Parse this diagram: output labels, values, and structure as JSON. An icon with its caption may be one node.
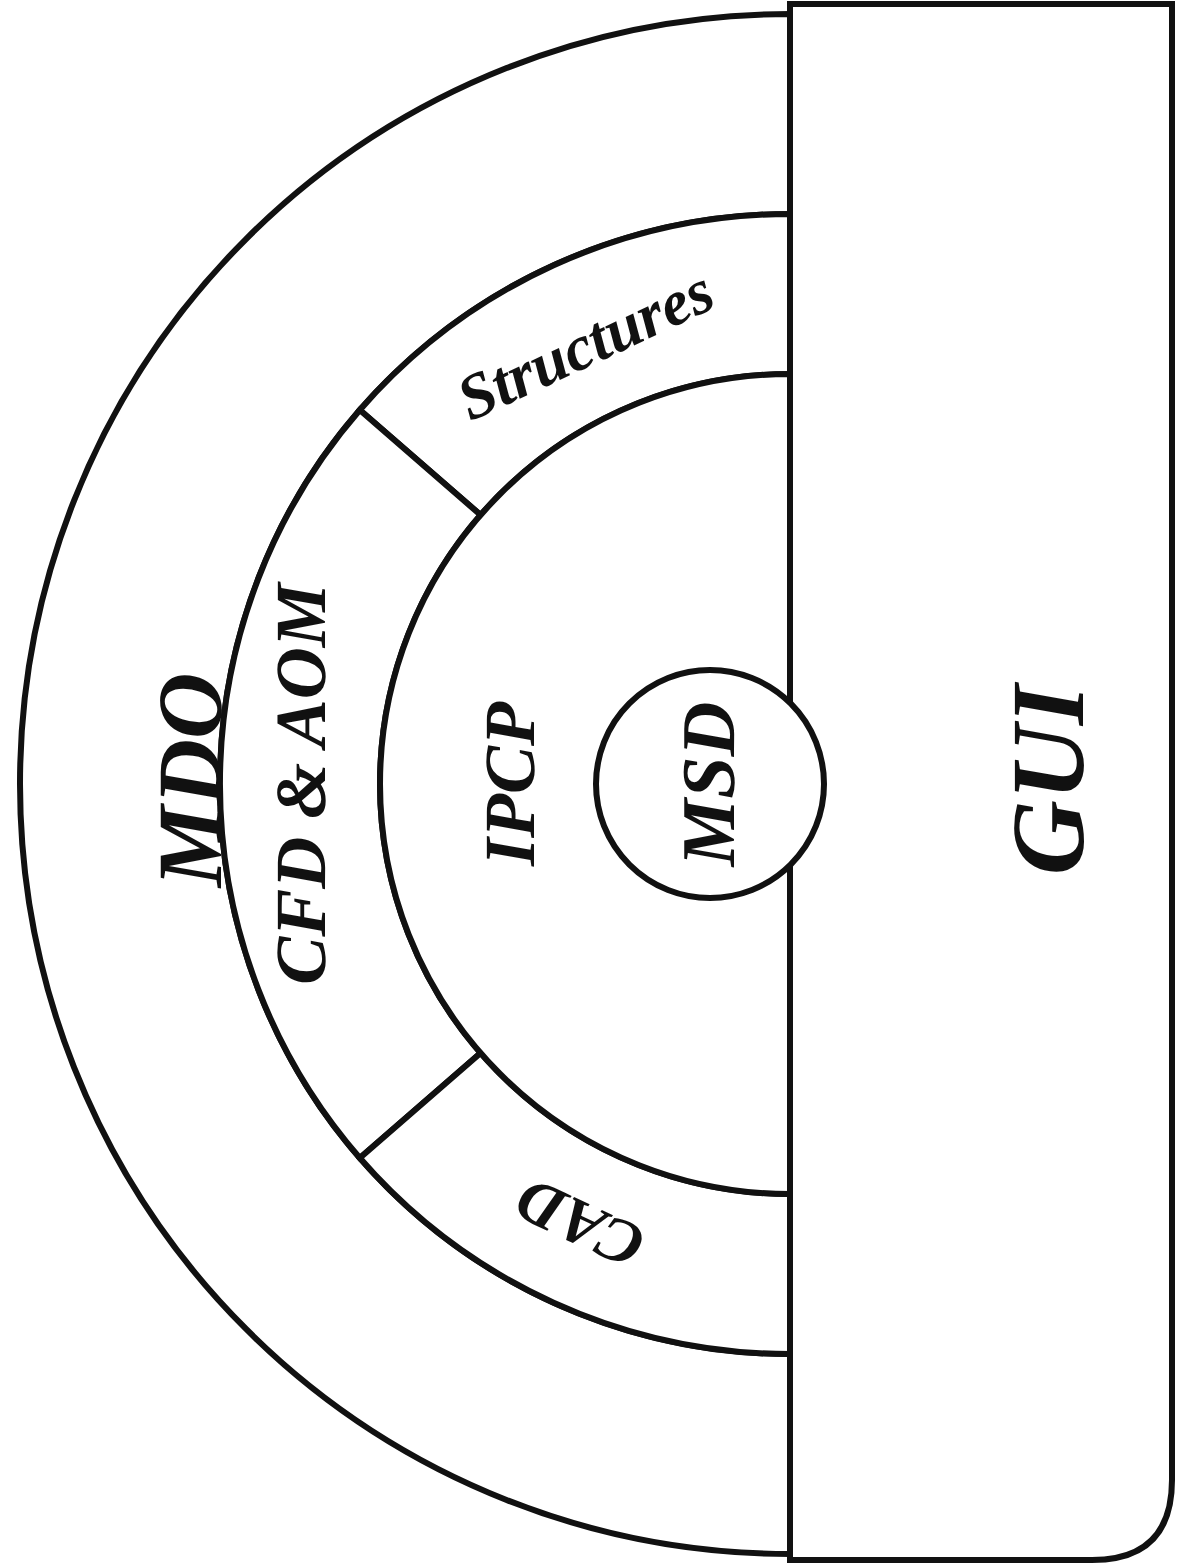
{
  "diagram": {
    "nodes": [
      {
        "text": [
          "MDO"
        ]
      },
      {
        "text": [
          "Structures"
        ]
      },
      {
        "text": [
          "CFD & AOM"
        ]
      },
      {
        "text": [
          "CAD"
        ]
      },
      {
        "text": [
          "IPCP"
        ]
      },
      {
        "text": [
          "MSD"
        ]
      },
      {
        "text": [
          "GUI"
        ]
      }
    ]
  }
}
